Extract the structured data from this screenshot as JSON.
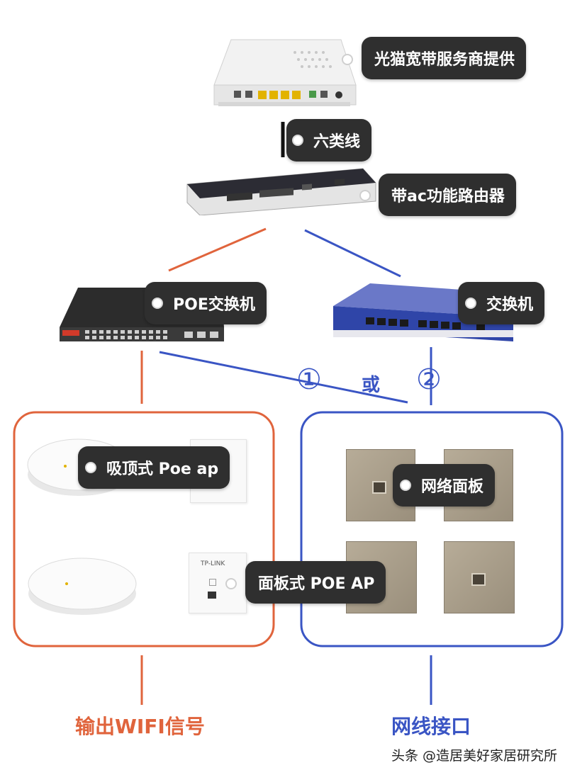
{
  "labels": {
    "modem": "光猫宽带服务商提供",
    "cable": "六类线",
    "router": "带ac功能路由器",
    "poe_switch": "POE交换机",
    "switch": "交换机",
    "ceiling_ap": "吸顶式 Poe ap",
    "panel": "网络面板",
    "panel_ap": "面板式 POE AP"
  },
  "option_1": "①",
  "option_or": "或",
  "option_2": "②",
  "captions": {
    "wifi_output": "输出WIFI信号",
    "network_port": "网线接口"
  },
  "watermark": "头条 @造居美好家居研究所",
  "panel_brand": "TP-LINK",
  "colors": {
    "orange": "#e0643c",
    "blue": "#3a55c4",
    "label_bg": "#2f2f2f"
  }
}
